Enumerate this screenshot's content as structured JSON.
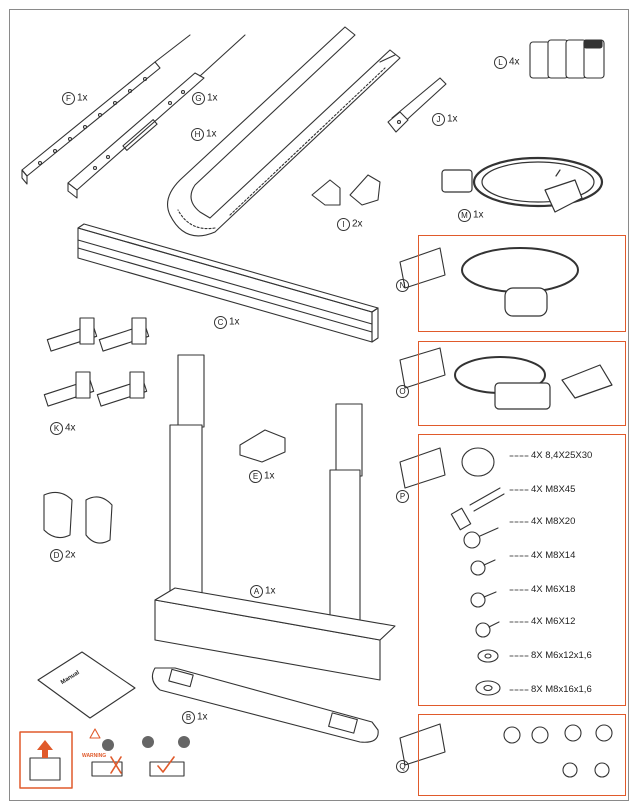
{
  "parts": [
    {
      "letter": "F",
      "qty": "1x"
    },
    {
      "letter": "G",
      "qty": "1x"
    },
    {
      "letter": "H",
      "qty": "1x"
    },
    {
      "letter": "I",
      "qty": "2x"
    },
    {
      "letter": "J",
      "qty": "1x"
    },
    {
      "letter": "L",
      "qty": "4x"
    },
    {
      "letter": "M",
      "qty": "1x"
    },
    {
      "letter": "C",
      "qty": "1x"
    },
    {
      "letter": "K",
      "qty": "4x"
    },
    {
      "letter": "E",
      "qty": "1x"
    },
    {
      "letter": "D",
      "qty": "2x"
    },
    {
      "letter": "A",
      "qty": "1x"
    },
    {
      "letter": "B",
      "qty": "1x"
    }
  ],
  "bags": {
    "n": {
      "letter": "N"
    },
    "o": {
      "letter": "O"
    },
    "p": {
      "letter": "P"
    },
    "q": {
      "letter": "Q"
    }
  },
  "hardware": [
    "4X 8,4X25X30",
    "4X M8X45",
    "4X M8X20",
    "4X M8X14",
    "4X M6X18",
    "4X M6X12",
    "8X M6x12x1,6",
    "8X M8x16x1,6"
  ],
  "warning": {
    "label": "WARNING"
  },
  "manual": {
    "label": "Manual"
  },
  "colors": {
    "accent": "#e05a2b",
    "line": "#333333",
    "frame": "#8a8a8a"
  }
}
